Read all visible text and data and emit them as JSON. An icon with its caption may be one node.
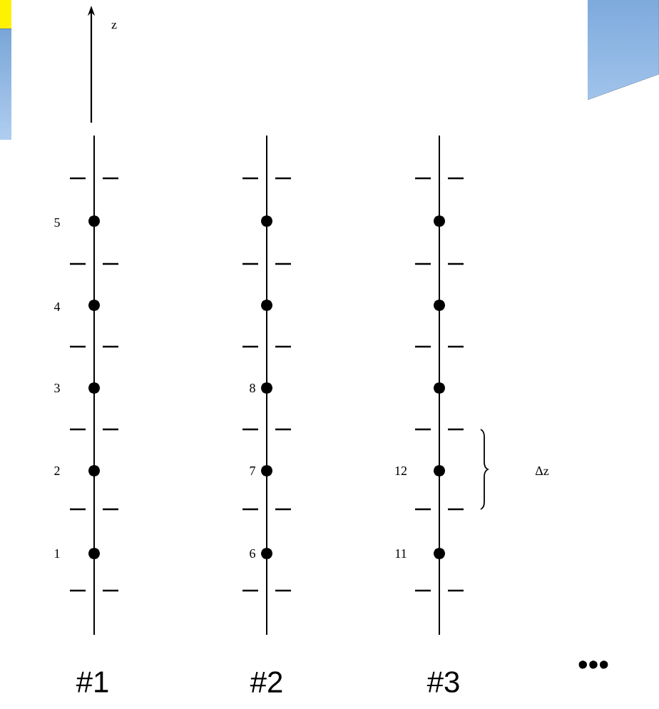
{
  "diagram": {
    "labels": [
      "z",
      "5",
      "4",
      "3",
      "8",
      "2",
      "7",
      "12",
      "Δz",
      "1",
      "6",
      "11",
      "#1",
      "#2",
      "#3",
      "•••"
    ]
  }
}
